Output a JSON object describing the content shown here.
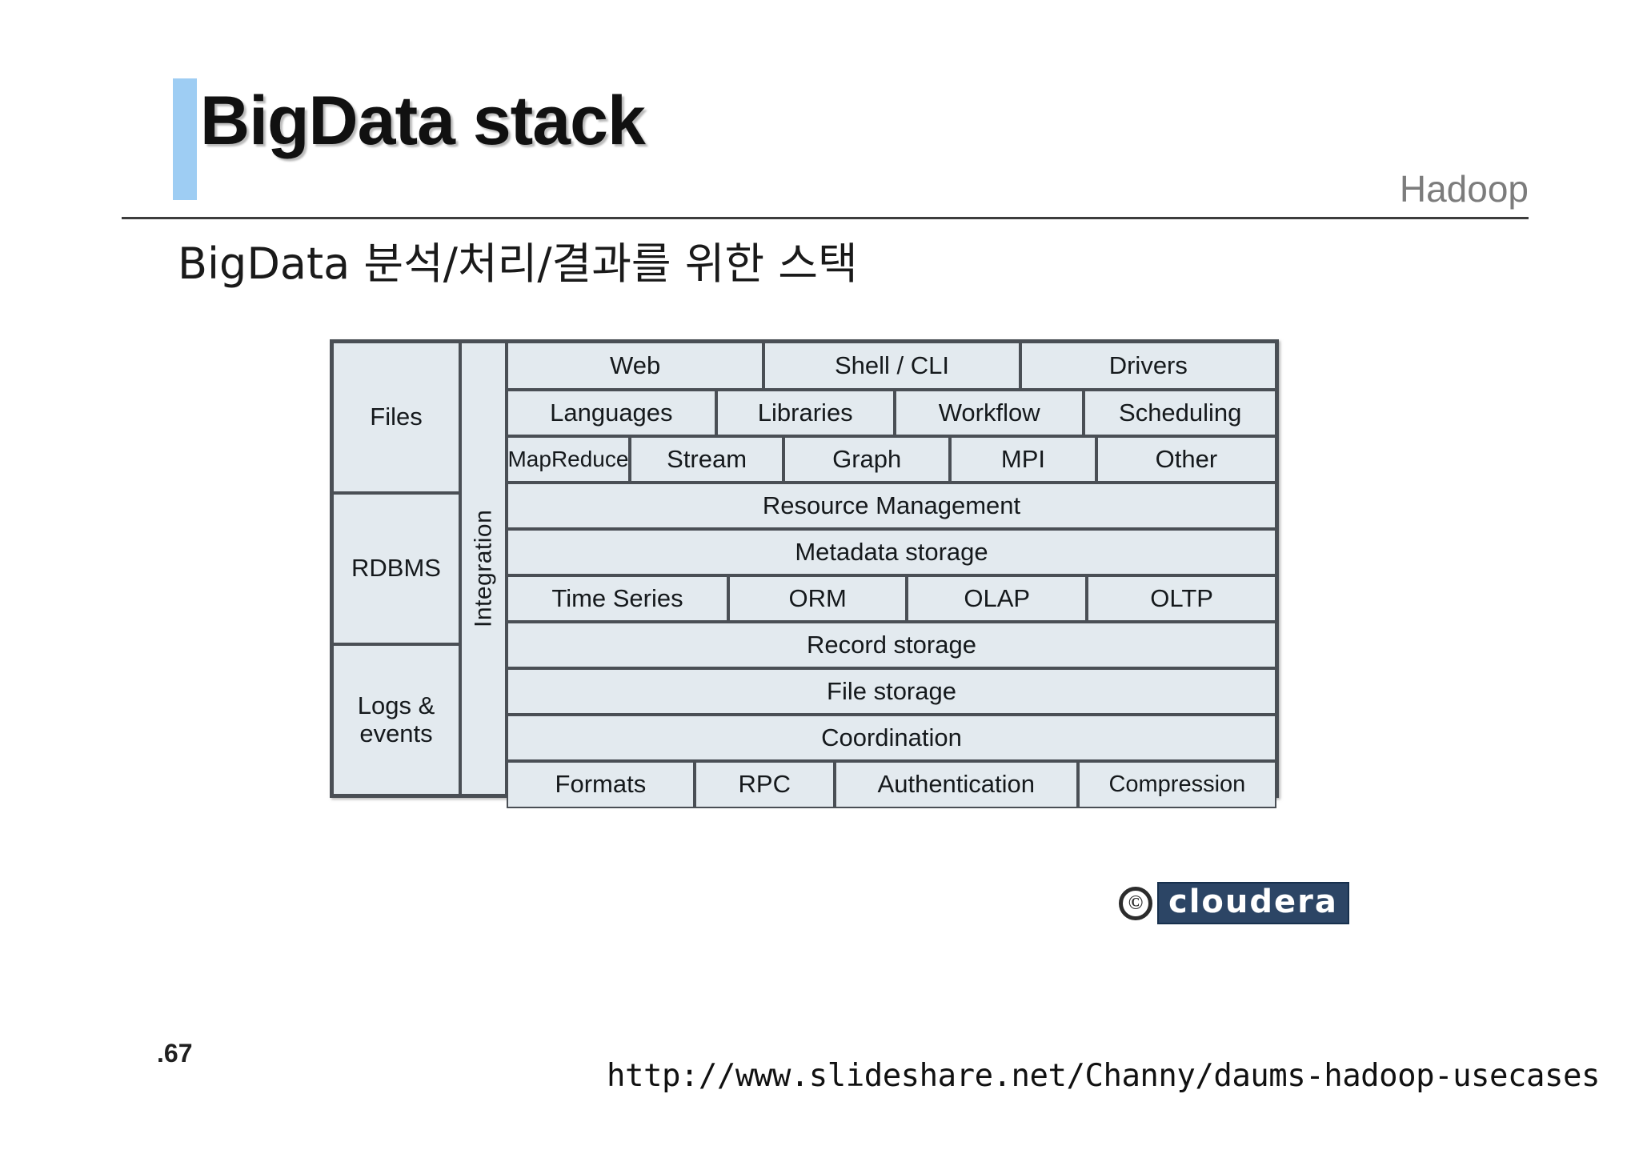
{
  "header": {
    "title": "BigData stack",
    "brand": "Hadoop",
    "accent_color": "#9ecdf3",
    "rule_color": "#3d3d3d"
  },
  "subtitle": "BigData 분석/처리/결과를 위한 스택",
  "diagram": {
    "name": "hadoop-bigdata-stack",
    "fill_color": "#e3eaef",
    "border_color": "#4a4f55",
    "sources": [
      {
        "label": "Files"
      },
      {
        "label": "RDBMS"
      },
      {
        "label": "Logs & events"
      }
    ],
    "integration": {
      "label": "Integration"
    },
    "rows": [
      {
        "name": "access-row",
        "cells": [
          {
            "label": "Web",
            "width": 33.4
          },
          {
            "label": "Shell / CLI",
            "width": 33.3
          },
          {
            "label": "Drivers",
            "width": 33.3
          }
        ]
      },
      {
        "name": "tools-row",
        "cells": [
          {
            "label": "Languages",
            "width": 27.2
          },
          {
            "label": "Libraries",
            "width": 23.2
          },
          {
            "label": "Workflow",
            "width": 24.6
          },
          {
            "label": "Scheduling",
            "width": 25.0
          }
        ]
      },
      {
        "name": "engines-row",
        "cells": [
          {
            "label": "MapReduce",
            "width": 16.0
          },
          {
            "label": "Stream",
            "width": 20.0
          },
          {
            "label": "Graph",
            "width": 21.6
          },
          {
            "label": "MPI",
            "width": 19.0
          },
          {
            "label": "Other",
            "width": 23.4
          }
        ]
      },
      {
        "name": "resource-management-row",
        "cells": [
          {
            "label": "Resource Management",
            "width": 100
          }
        ]
      },
      {
        "name": "metadata-storage-row",
        "cells": [
          {
            "label": "Metadata storage",
            "width": 100
          }
        ]
      },
      {
        "name": "databases-row",
        "cells": [
          {
            "label": "Time Series",
            "width": 28.8
          },
          {
            "label": "ORM",
            "width": 23.2
          },
          {
            "label": "OLAP",
            "width": 23.4
          },
          {
            "label": "OLTP",
            "width": 24.6
          }
        ]
      },
      {
        "name": "record-storage-row",
        "cells": [
          {
            "label": "Record storage",
            "width": 100
          }
        ]
      },
      {
        "name": "file-storage-row",
        "cells": [
          {
            "label": "File storage",
            "width": 100
          }
        ]
      },
      {
        "name": "coordination-row",
        "cells": [
          {
            "label": "Coordination",
            "width": 100
          }
        ]
      },
      {
        "name": "infrastructure-row",
        "cells": [
          {
            "label": "Formats",
            "width": 24.4
          },
          {
            "label": "RPC",
            "width": 18.2
          },
          {
            "label": "Authentication",
            "width": 31.6
          },
          {
            "label": "Compression",
            "width": 25.8
          }
        ]
      }
    ]
  },
  "logo": {
    "copyright_symbol": "©",
    "wordmark": "cloudera",
    "wordmark_bg": "#2c4565"
  },
  "footer": {
    "page_number": ".67",
    "source_url": "http://www.slideshare.net/Channy/daums-hadoop-usecases"
  }
}
